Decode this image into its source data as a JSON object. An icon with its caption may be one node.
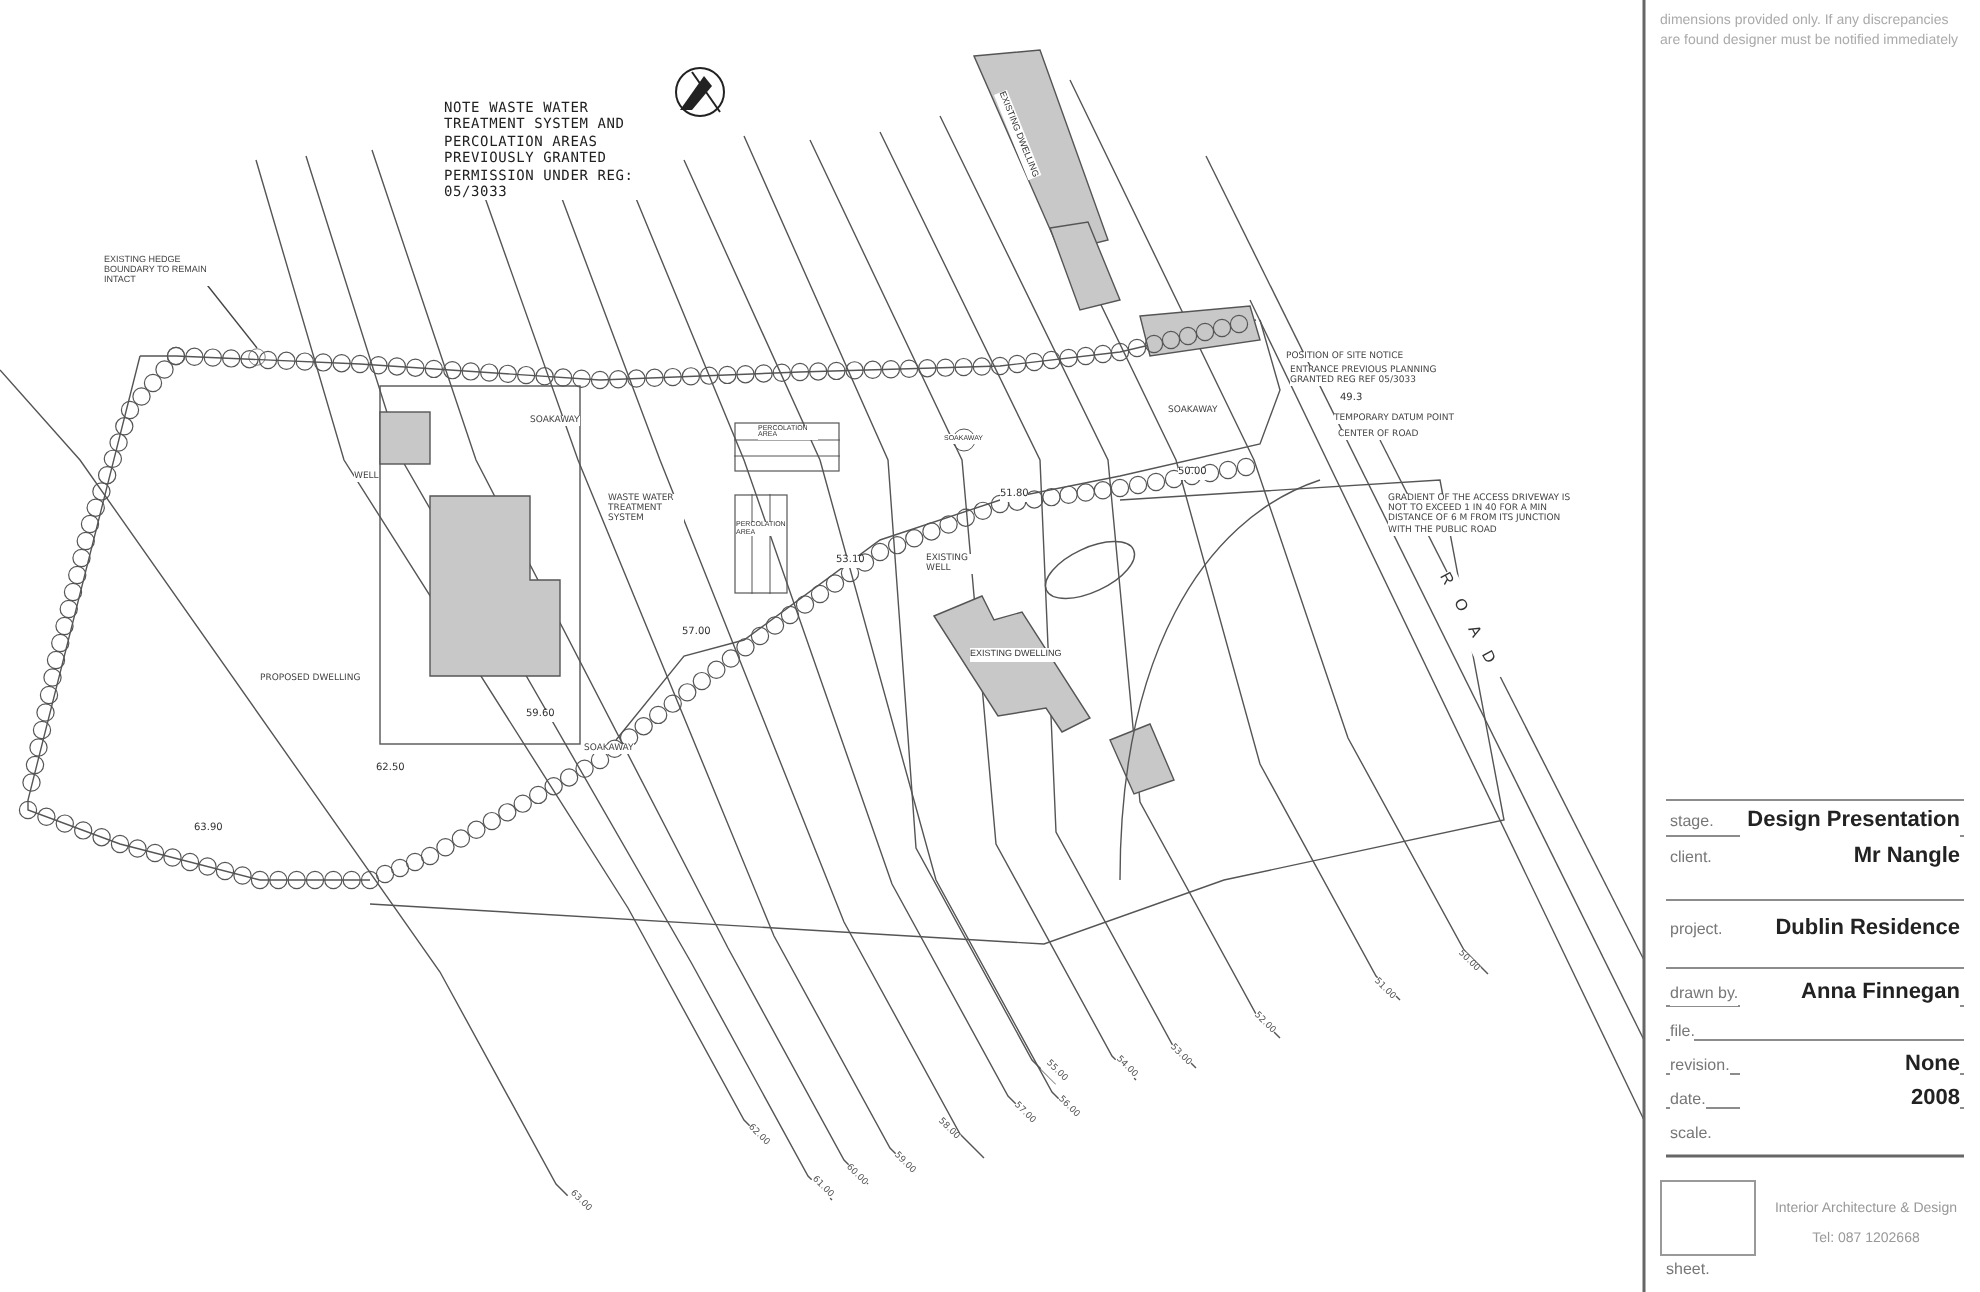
{
  "diagram": {
    "nodes": [
      {
        "text": [
          "EXISTING HEDGE BOUNDARY TO REMAIN INTACT"
        ]
      },
      {
        "text": [
          "EXISTING DWELLING"
        ]
      },
      {
        "text": [
          "PERCOLATION AREA"
        ]
      },
      {
        "text": [
          "PERCOLATION AREA"
        ]
      },
      {
        "text": [
          "SOAKAWAY"
        ]
      },
      {
        "text": [
          "EXISTING DWELLING"
        ]
      },
      {
        "text": [],
        "shape": "circle"
      }
    ],
    "edges": [
      {
        "from": 0,
        "to": 6,
        "arrow": "none"
      }
    ],
    "labels": [
      "dimensions provided only. If any discrepancies are found designer must be notified immediately",
      "NOTE WASTE WATER TREATMENT SYSTEM AND PERCOLATION AREAS PREVIOUSLY GRANTED PERMISSION UNDER REG: 05/3033",
      "SOAKAWAY",
      "WELL",
      "WASTE WATER TREATMENT SYSTEM",
      "PROPOSED DWELLING",
      "59.60",
      "57.00",
      "53.10",
      "EXISTING WELL",
      "51.80",
      "SOAKAWAY",
      "62.50",
      "63.90",
      "SOAKAWAY",
      "POSITION OF SITE NOTICE",
      "ENTRANCE PREVIOUS PLANNING GRANTED REG REF 05/3033",
      "49.3",
      "TEMPORARY DATUM POINT",
      "CENTER OF ROAD",
      "50.00",
      "GRADIENT OF THE ACCESS DRIVEWAY IS NOT TO EXCEED 1 IN 40 FOR A MIN DISTANCE OF 6 M FROM ITS JUNCTION WITH THE PUBLIC ROAD",
      "ROAD",
      "50.00",
      "51.00",
      "52.00",
      "53.00",
      "54.00",
      "55.00",
      "56.00",
      "57.00",
      "58.00",
      "59.00",
      "60.00",
      "61.00",
      "62.00",
      "63.00",
      "stage.",
      "Design Presentation",
      "client.",
      "Mr Nangle",
      "project.",
      "Dublin Residence",
      "drawn by.",
      "Anna Finnegan",
      "file.",
      "revision.",
      "None",
      "date.",
      "2008",
      "scale.",
      "Interior Architecture & Design",
      "Tel: 087 1202668",
      "sheet."
    ]
  }
}
